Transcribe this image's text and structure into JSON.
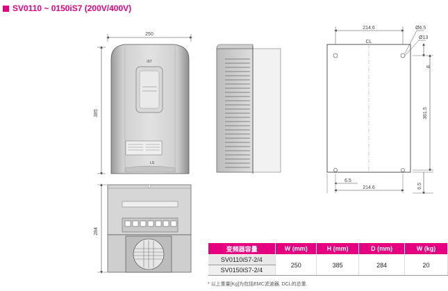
{
  "heading": {
    "text": "SV0110 ~ 0150iS7 (200V/400V)",
    "accent": "#e4007f"
  },
  "dimensions": {
    "front_width": "250",
    "front_height": "385",
    "bottom_depth": "284",
    "mount_width_top": "214.6",
    "mount_width_bottom": "214.6",
    "hole_large": "Ø6.5",
    "hole_small": "Ø13",
    "centerline": "CL",
    "top_offset": "8",
    "mount_height": "361.5",
    "bottom_left": "6.5",
    "bottom_right": "6.5"
  },
  "drive_labels": {
    "brand": "iS7",
    "logo": "LS"
  },
  "table": {
    "headers": [
      "变频器容量",
      "W (mm)",
      "H (mm)",
      "D (mm)",
      "W (kg)"
    ],
    "models": [
      "SV0110iS7-2/4",
      "SV0150iS7-2/4"
    ],
    "w": "250",
    "h": "385",
    "d": "284",
    "kg": "20"
  },
  "note": {
    "mark": "*",
    "text": "以上重量[Kg]为包括EMC滤波器, DCL的总重."
  }
}
